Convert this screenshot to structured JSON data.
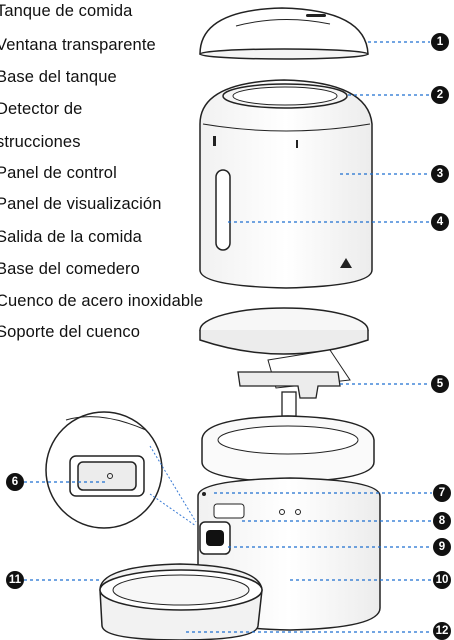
{
  "legend_items": [
    "Tanque de comida",
    "Ventana transparente",
    "Base del tanque",
    "Detector de",
    "strucciones",
    "Panel de control",
    "Panel de visualización",
    "Salida de la comida",
    "Base del comedero",
    "Cuenco de acero inoxidable",
    "Soporte del cuenco"
  ],
  "callouts": [
    "1",
    "2",
    "3",
    "4",
    "5",
    "6",
    "7",
    "8",
    "9",
    "10",
    "11",
    "12"
  ],
  "colors": {
    "line": "#1e6fd0",
    "ink": "#222222",
    "badge": "#111111"
  }
}
